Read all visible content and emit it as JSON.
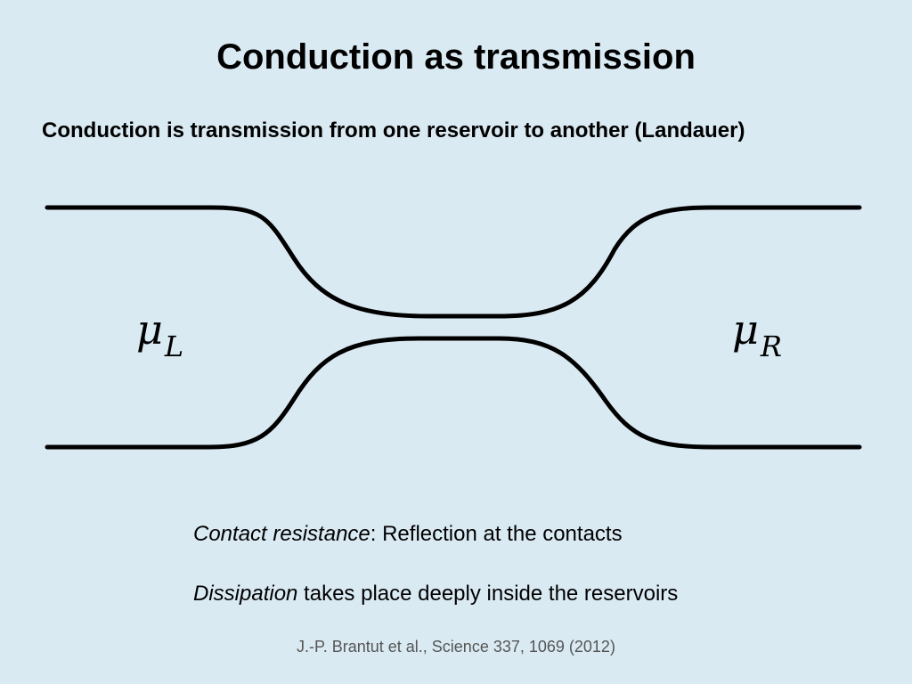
{
  "slide": {
    "title": "Conduction as transmission",
    "subtitle": "Conduction is transmission from one reservoir to another (Landauer)",
    "labels": {
      "left_symbol": "μ",
      "left_subscript": "L",
      "right_symbol": "μ",
      "right_subscript": "R"
    },
    "notes": [
      {
        "emphasis": "Contact resistance",
        "rest": ": Reflection at the contacts"
      },
      {
        "emphasis": "Dissipation",
        "rest": " takes place deeply inside the reservoirs"
      }
    ],
    "citation": "J.-P. Brantut et al., Science 337, 1069 (2012)"
  },
  "colors": {
    "background": "#daeaf3",
    "stroke": "#000000",
    "citation": "#555555"
  }
}
